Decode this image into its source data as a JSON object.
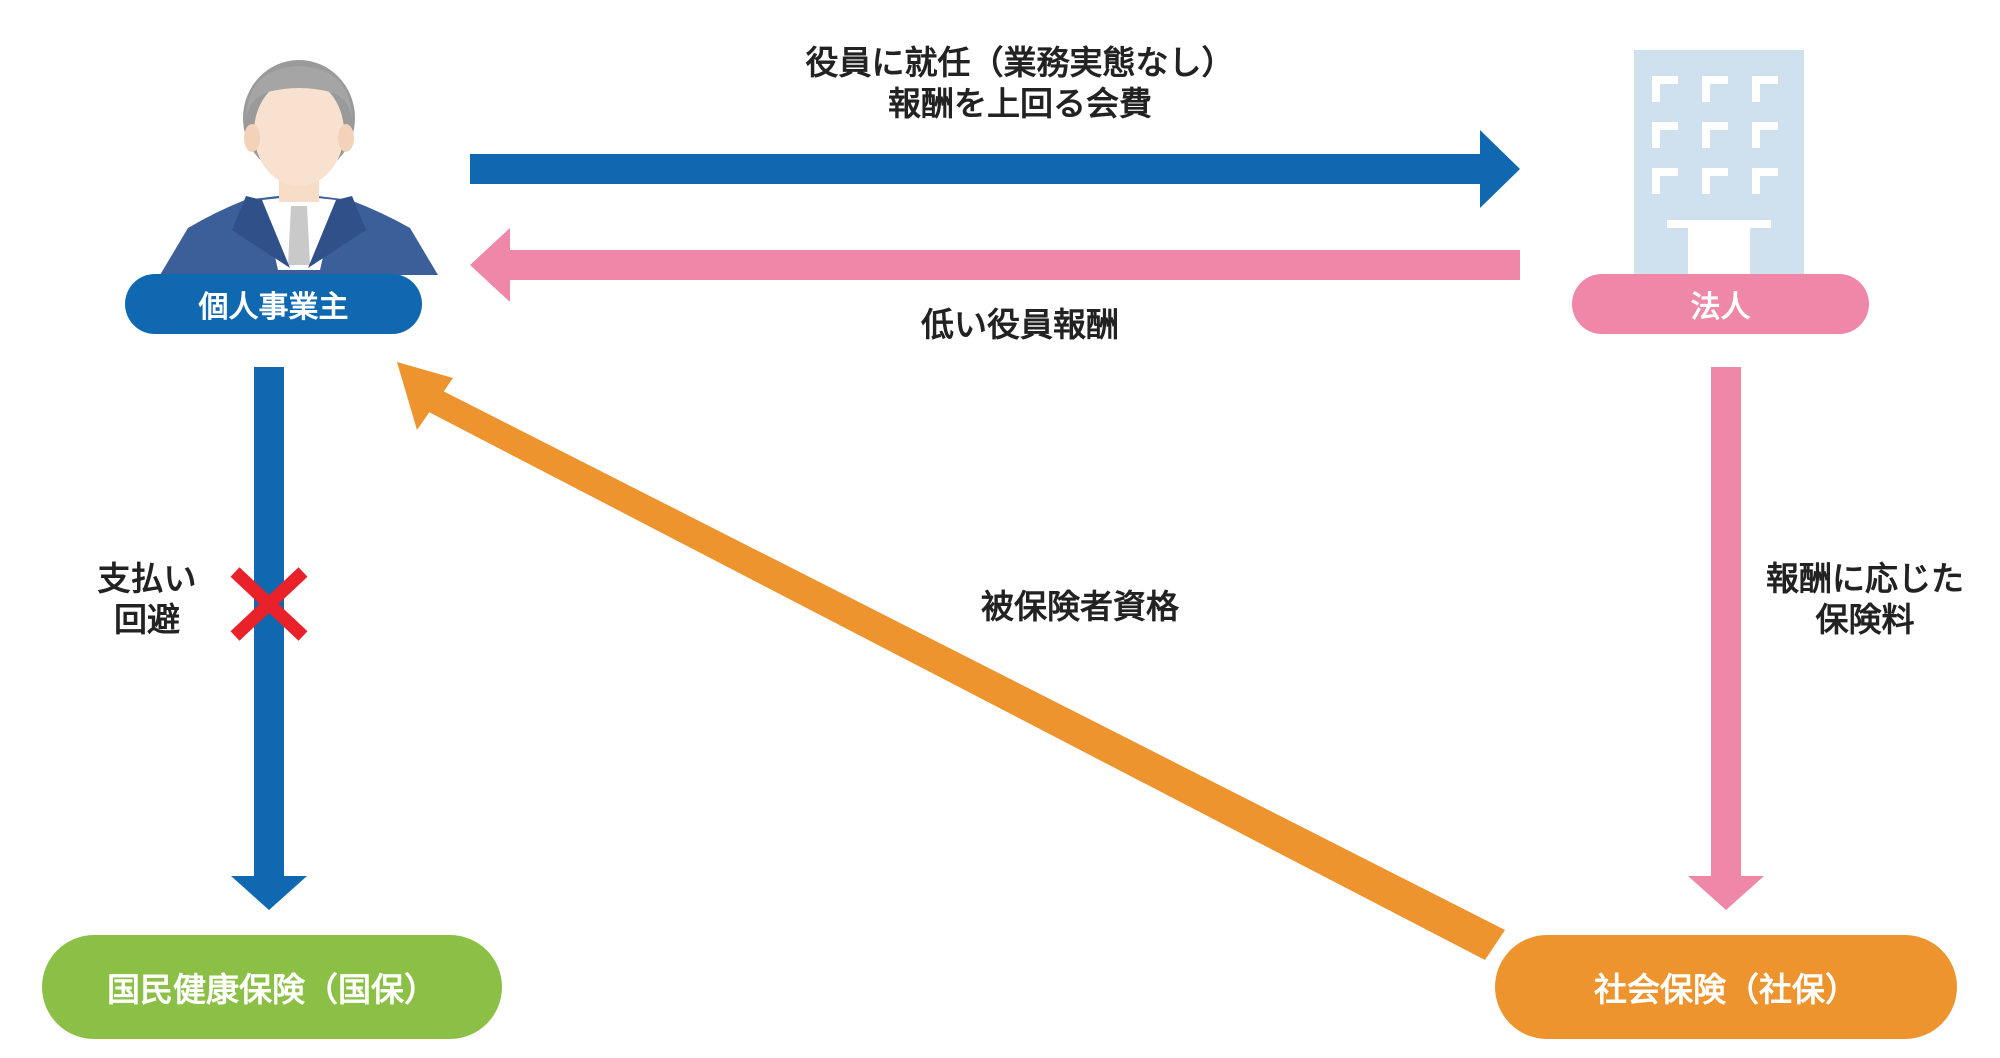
{
  "nodes": {
    "individual": {
      "label": "個人事業主"
    },
    "corporation": {
      "label": "法人"
    },
    "national_insurance": {
      "label": "国民健康保険（国保）"
    },
    "social_insurance": {
      "label": "社会保険（社保）"
    }
  },
  "edges": {
    "to_corp": {
      "line1": "役員に就任（業務実態なし）",
      "line2": "報酬を上回る会費"
    },
    "to_individual": {
      "label": "低い役員報酬"
    },
    "avoid_payment": {
      "line1": "支払い",
      "line2": "回避"
    },
    "insured_status": {
      "label": "被保険者資格"
    },
    "premium": {
      "line1": "報酬に応じた",
      "line2": "保険料"
    }
  },
  "colors": {
    "blue": "#1069b0",
    "pink": "#ee87a8",
    "orange": "#ee942e",
    "green": "#8bbf45",
    "red_x": "#e8212b",
    "building": "#cfe1ef"
  },
  "icons": {
    "person": "businessman-icon",
    "building": "office-building-icon",
    "cross": "cross-mark-icon"
  }
}
